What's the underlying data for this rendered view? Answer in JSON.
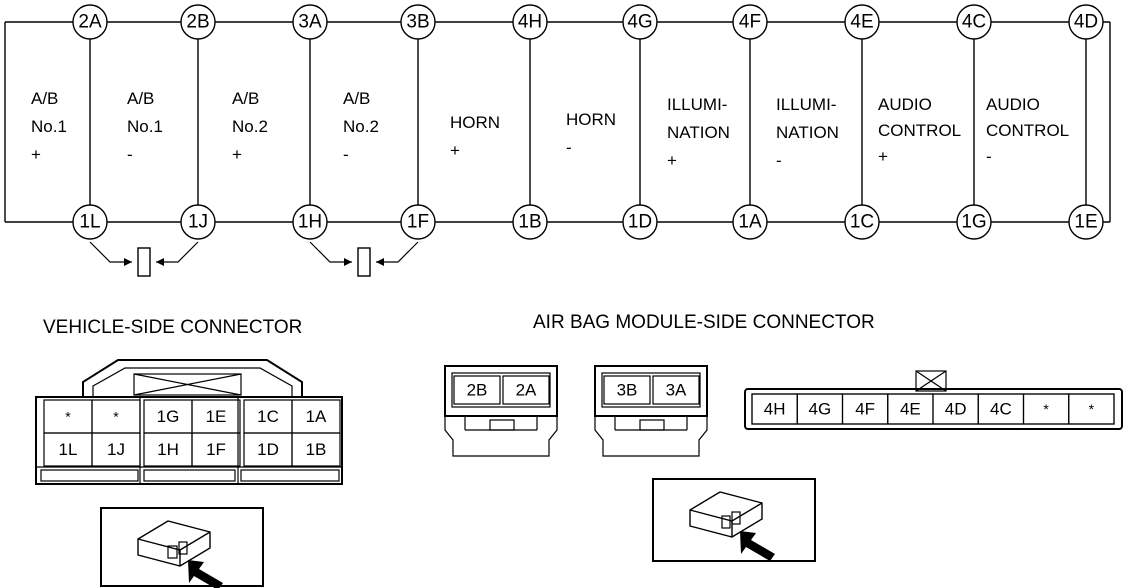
{
  "top_pins": [
    "2A",
    "2B",
    "3A",
    "3B",
    "4H",
    "4G",
    "4F",
    "4E",
    "4C",
    "4D"
  ],
  "bottom_pins": [
    "1L",
    "1J",
    "1H",
    "1F",
    "1B",
    "1D",
    "1A",
    "1C",
    "1G",
    "1E"
  ],
  "circuits": [
    [
      "A/B",
      "No.1",
      "+"
    ],
    [
      "A/B",
      "No.1",
      "-"
    ],
    [
      "A/B",
      "No.2",
      "+"
    ],
    [
      "A/B",
      "No.2",
      "-"
    ],
    [
      "HORN",
      "+"
    ],
    [
      "HORN",
      "-"
    ],
    [
      "ILLUMI-",
      "NATION",
      "+"
    ],
    [
      "ILLUMI-",
      "NATION",
      "-"
    ],
    [
      "AUDIO",
      "CONTROL",
      "+"
    ],
    [
      "AUDIO",
      "CONTROL",
      "-"
    ]
  ],
  "vehicle_connector": {
    "title": "VEHICLE-SIDE CONNECTOR",
    "row1": [
      "*",
      "*",
      "1G",
      "1E",
      "1C",
      "1A"
    ],
    "row2": [
      "1L",
      "1J",
      "1H",
      "1F",
      "1D",
      "1B"
    ]
  },
  "airbag_connector": {
    "title": "AIR BAG MODULE-SIDE CONNECTOR",
    "conn_a": [
      "2B",
      "2A"
    ],
    "conn_b": [
      "3B",
      "3A"
    ],
    "conn_c": [
      "4H",
      "4G",
      "4F",
      "4E",
      "4D",
      "4C",
      "*",
      "*"
    ]
  },
  "icons": {
    "connector_view": "connector-arrow-icon",
    "short_bar": "shorting-bar-icon"
  }
}
